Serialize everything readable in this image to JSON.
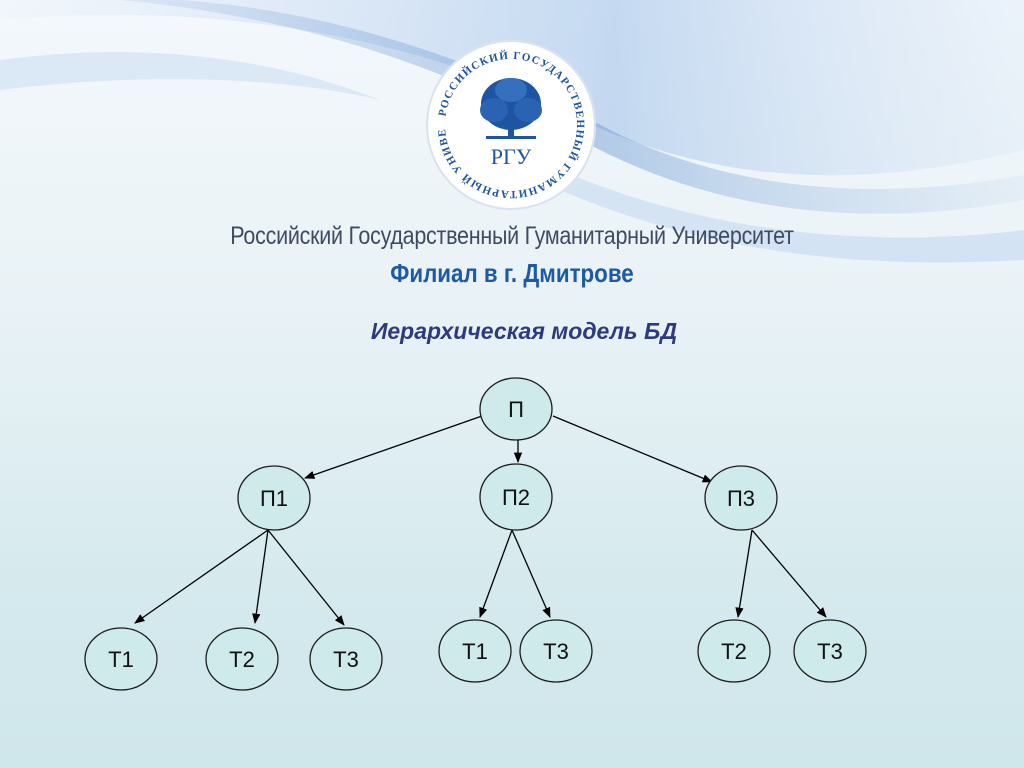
{
  "header": {
    "logo": {
      "ring_text": "РОССИЙСКИЙ ГОСУДАРСТВЕННЫЙ ГУМАНИТАРНЫЙ УНИВЕРСИТЕТ",
      "monogram": "РГУ",
      "icon": "oak-tree-icon"
    },
    "university_name": "Российский Государственный Гуманитарный Университет",
    "branch_name": "Филиал в г. Дмитрове"
  },
  "title": "Иерархическая модель БД",
  "colors": {
    "node_fill": "#cfeaea",
    "title": "#2e3a7e",
    "branch": "#1d5aa6",
    "logo_blue": "#1e55a3"
  },
  "tree": {
    "root": "П",
    "level1": [
      "П1",
      "П2",
      "П3"
    ],
    "level2": [
      {
        "parent": "П1",
        "children": [
          "Т1",
          "Т2",
          "Т3"
        ]
      },
      {
        "parent": "П2",
        "children": [
          "Т1",
          "Т3"
        ]
      },
      {
        "parent": "П3",
        "children": [
          "Т2",
          "Т3"
        ]
      }
    ]
  }
}
